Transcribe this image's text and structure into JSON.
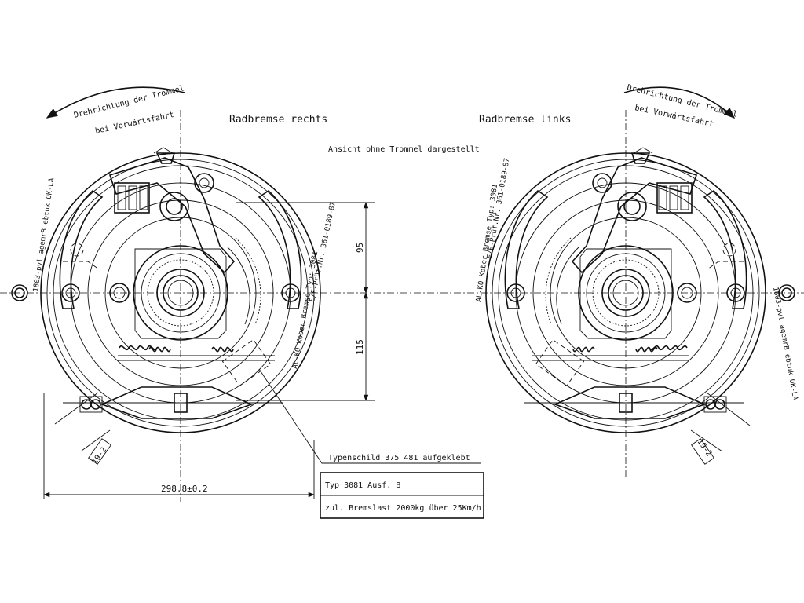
{
  "title_right": "Radbremse rechts",
  "title_left": "Radbremse links",
  "view_note": "Ansicht ohne Trommel dargestellt",
  "rotation_label_1": "Drehrichtung der Trommel",
  "rotation_label_2": "bei Vorwärtsfahrt",
  "plate_text_right": "AL-KO Kober Bremse Typ: 3081",
  "approval_right": "E/E-Prüf.Nr. 361-0189-87",
  "marking_right": "1803-pvl agemrB ebtuk OK-LA",
  "dim_95": "95",
  "dim_115": "115",
  "dim_width": "298.8±0.2",
  "dim_19_2": "19-2",
  "nameplate_label": "Typenschild 375 481 aufgeklebt",
  "spec_line_1": "Typ 3081 Ausf. B",
  "spec_line_2": "zul. Bremslast 2000kg über 25Km/h"
}
